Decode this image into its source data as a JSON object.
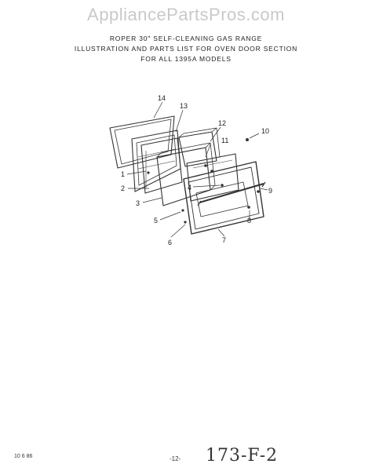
{
  "watermark": "AppliancePartsPros.com",
  "header": {
    "line1": "ROPER 30\" SELF-CLEANING GAS RANGE",
    "line2": "ILLUSTRATION AND PARTS LIST FOR OVEN DOOR SECTION",
    "line3": "FOR ALL 1395A MODELS"
  },
  "callouts": [
    "14",
    "13",
    "12",
    "11",
    "10",
    "1",
    "2",
    "3",
    "4",
    "5",
    "6",
    "7",
    "8",
    "9"
  ],
  "footer": {
    "date": "10 6 86",
    "page": "-12-",
    "handwritten": "173-F-2"
  }
}
